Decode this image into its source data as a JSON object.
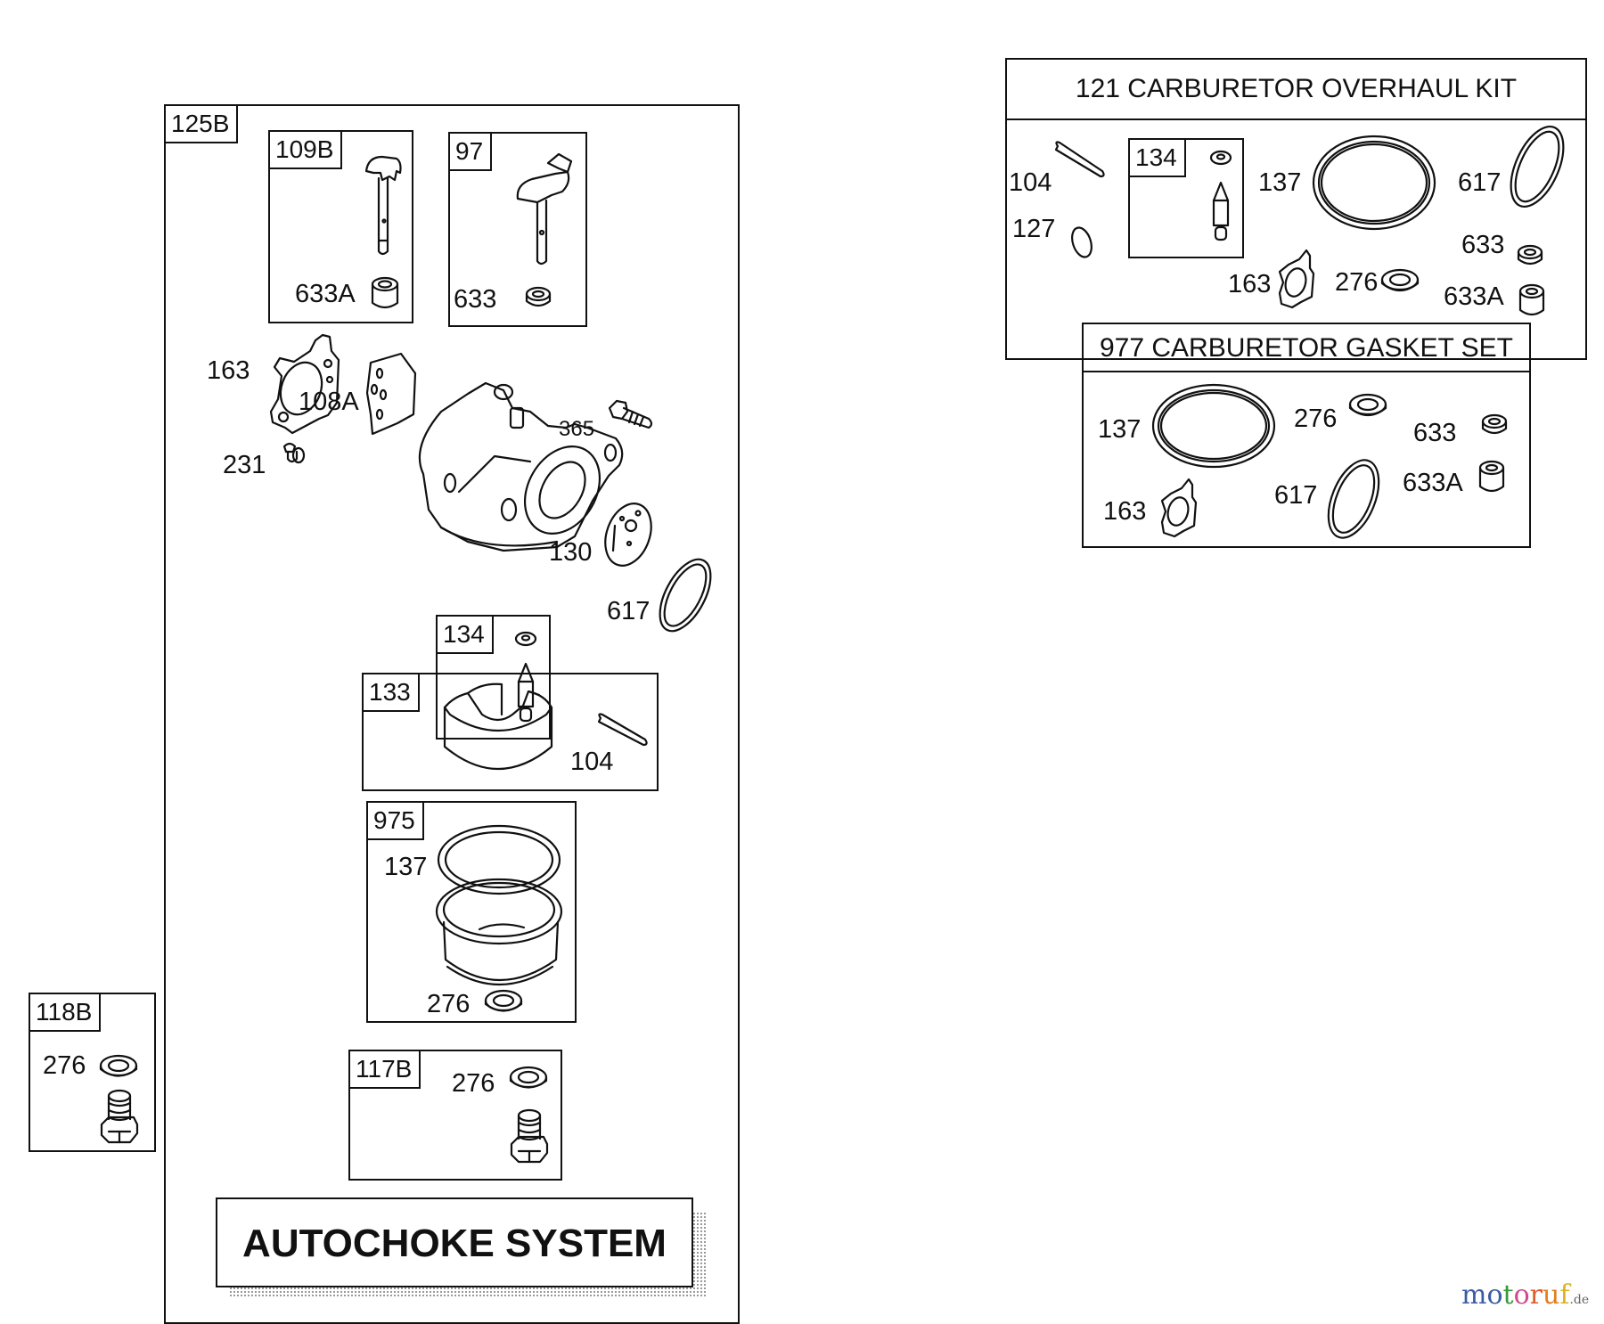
{
  "main_assembly": {
    "ref": "125B",
    "title": "AUTOCHOKE SYSTEM",
    "sub_kits": [
      {
        "ref": "109B",
        "parts": [
          "633A"
        ]
      },
      {
        "ref": "97",
        "parts": [
          "633"
        ]
      },
      {
        "ref": "134",
        "parts": []
      },
      {
        "ref": "133",
        "parts": [
          "104"
        ]
      },
      {
        "ref": "975",
        "parts": [
          "137",
          "276"
        ]
      },
      {
        "ref": "117B",
        "parts": [
          "276"
        ]
      }
    ],
    "loose_parts": [
      "163",
      "108A",
      "231",
      "365",
      "130",
      "617"
    ]
  },
  "separate_kit_118b": {
    "ref": "118B",
    "parts": [
      "276"
    ]
  },
  "overhaul_kit": {
    "title": "121 CARBURETOR OVERHAUL KIT",
    "sub_kit": "134",
    "parts": [
      "104",
      "127",
      "137",
      "617",
      "633",
      "163",
      "276",
      "633A"
    ]
  },
  "gasket_set": {
    "title": "977 CARBURETOR GASKET SET",
    "parts": [
      "137",
      "276",
      "633",
      "163",
      "617",
      "633A"
    ]
  },
  "watermark": {
    "letters": [
      "m",
      "o",
      "t",
      "o",
      "r",
      "u",
      "f"
    ],
    "colors": [
      "#3b5ba5",
      "#3b5ba5",
      "#3a9a3a",
      "#d04a8a",
      "#e05a2a",
      "#e07f20",
      "#e0b020"
    ],
    "tld": ".de"
  }
}
